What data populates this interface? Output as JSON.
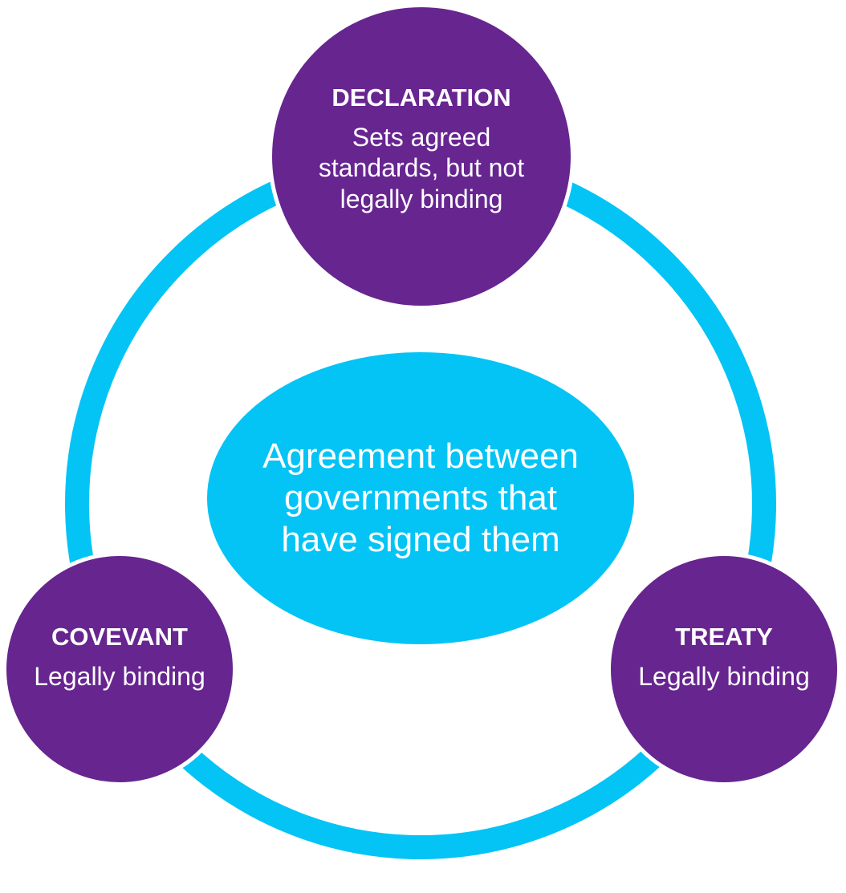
{
  "colors": {
    "ring": "#03C4F5",
    "center": "#03C4F5",
    "node": "#672590",
    "text": "#ffffff"
  },
  "center": {
    "text": "Agreement between governments that have signed them"
  },
  "nodes": {
    "declaration": {
      "title": "DECLARATION",
      "description": "Sets agreed standards, but not legally binding"
    },
    "covenant": {
      "title": "COVEVANT",
      "description": "Legally binding"
    },
    "treaty": {
      "title": "TREATY",
      "description": "Legally binding"
    }
  }
}
